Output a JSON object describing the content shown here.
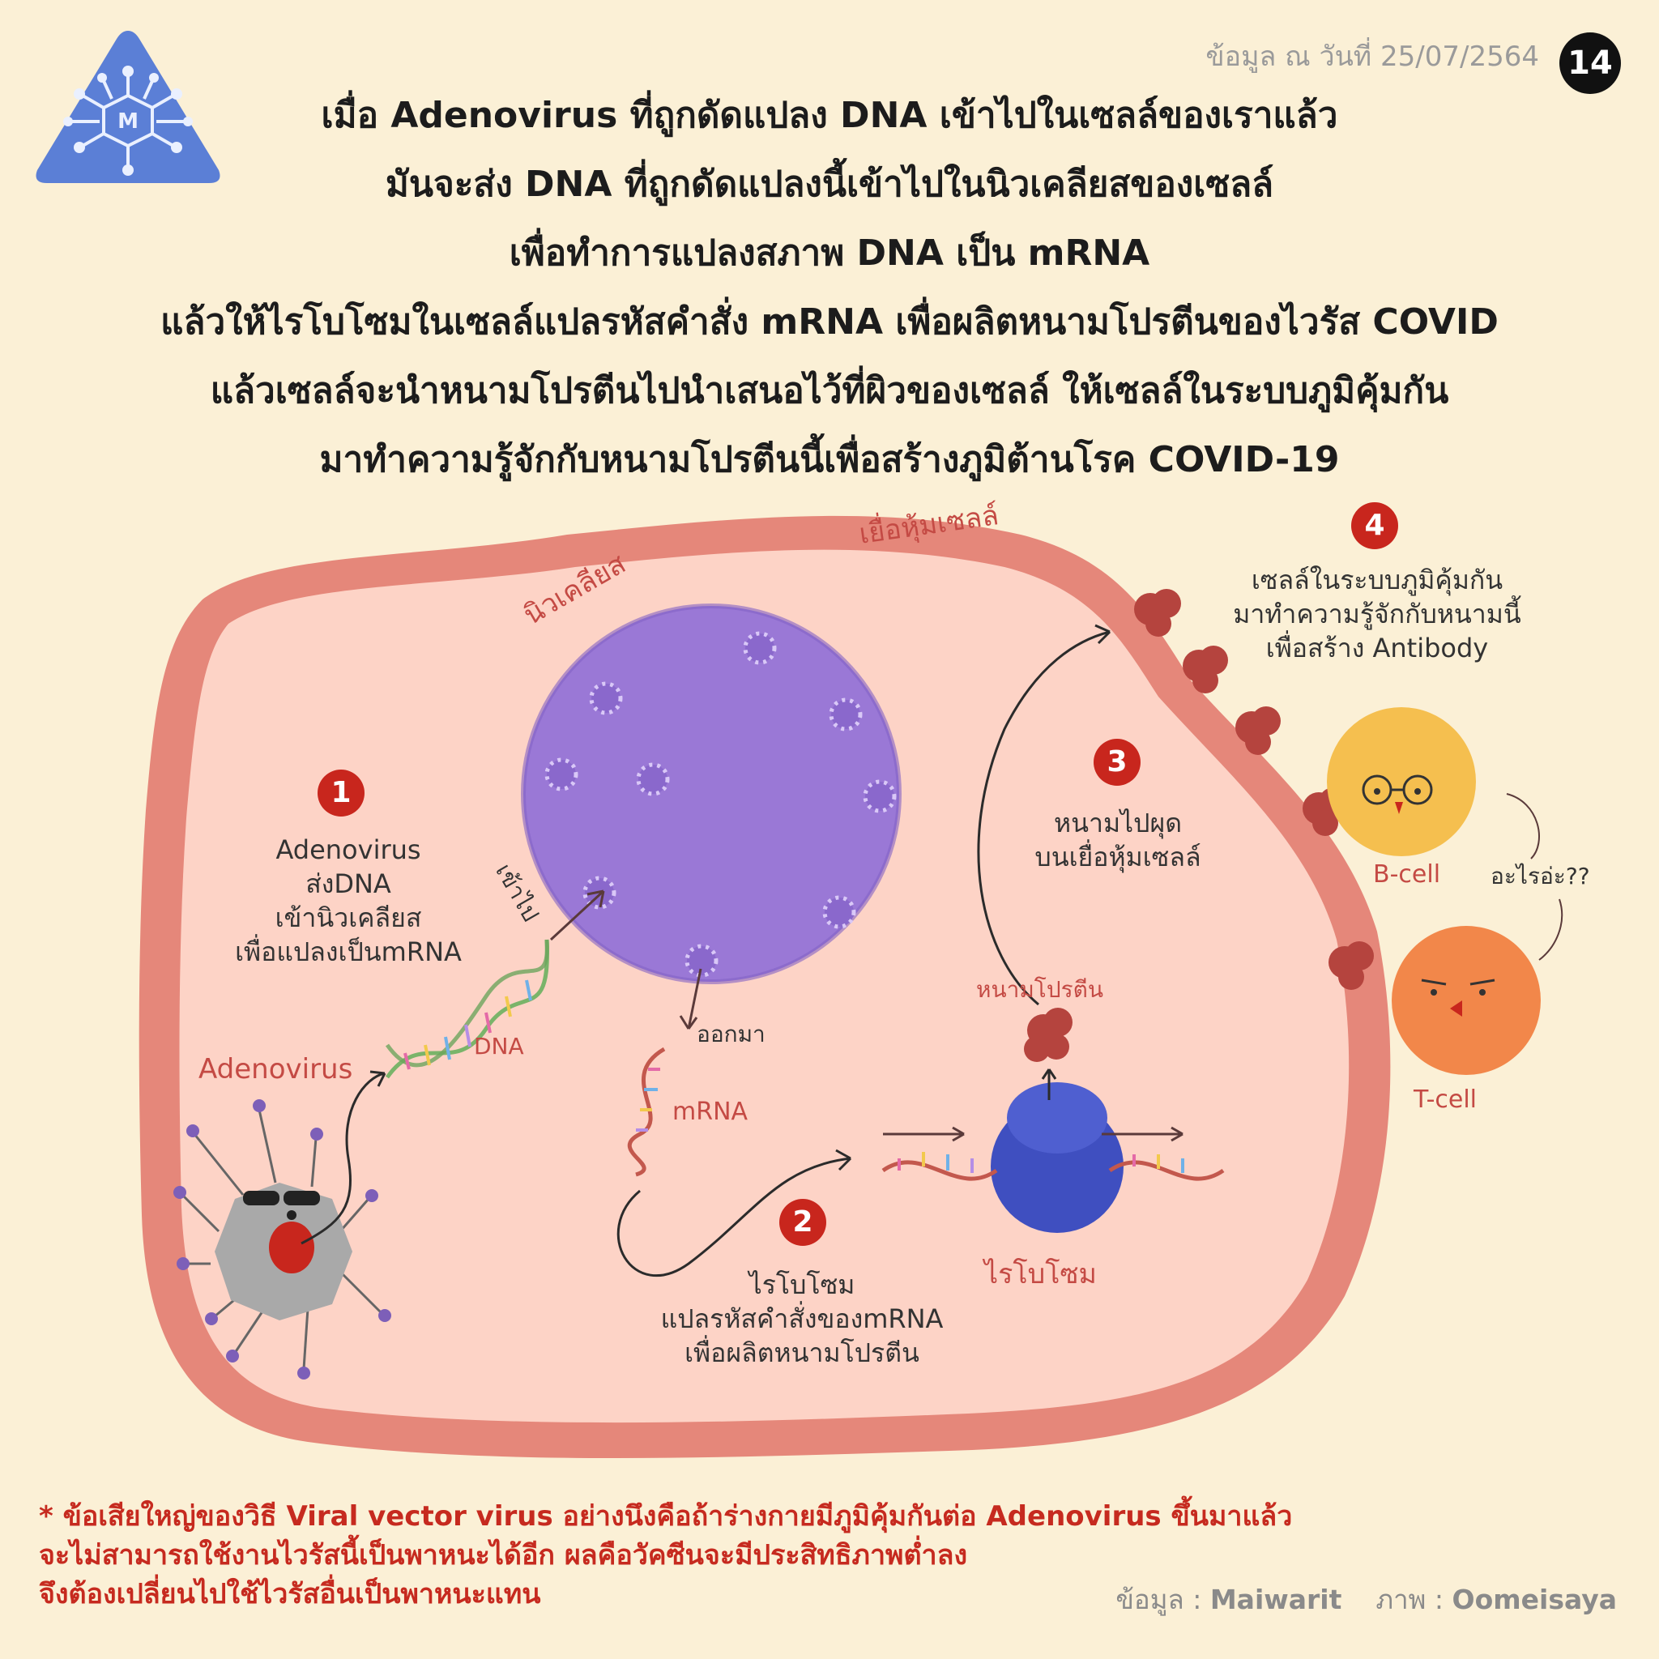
{
  "header": {
    "date_text": "ข้อมูล ณ วันที่ 25/07/2564",
    "page_number": "14",
    "logo_icon": "virus-m-triangle-logo"
  },
  "intro_lines": [
    "เมื่อ Adenovirus ที่ถูกดัดแปลง DNA เข้าไปในเซลล์ของเราแล้ว",
    "มันจะส่ง DNA ที่ถูกดัดแปลงนี้เข้าไปในนิวเคลียสของเซลล์",
    "เพื่อทำการแปลงสภาพ DNA เป็น mRNA",
    "แล้วให้ไรโบโซมในเซลล์แปลรหัสคำสั่ง mRNA เพื่อผลิตหนามโปรตีนของไวรัส COVID",
    "แล้วเซลล์จะนำหนามโปรตีนไปนำเสนอไว้ที่ผิวของเซลล์ ให้เซลล์ในระบบภูมิคุ้มกัน",
    "มาทำความรู้จักกับหนามโปรตีนนี้เพื่อสร้างภูมิต้านโรค COVID-19"
  ],
  "diagram": {
    "membrane_label": "เยื่อหุ้มเซลล์",
    "nucleus_label": "นิวเคลียส",
    "enter_label": "เข้าไป",
    "exit_label": "ออกมา",
    "dna_label": "DNA",
    "adenovirus_label": "Adenovirus",
    "mrna_label": "mRNA",
    "ribosome_label": "ไรโบโซม",
    "spike_label": "หนามโปรตีน",
    "bcell_label": "B-cell",
    "tcell_label": "T-cell",
    "question_label": "อะไรอ่ะ??",
    "steps": [
      {
        "number": "1",
        "lines": [
          "Adenovirus",
          "ส่งDNA",
          "เข้านิวเคลียส",
          "เพื่อแปลงเป็นmRNA"
        ]
      },
      {
        "number": "2",
        "lines": [
          "ไรโบโซม",
          "แปลรหัสคำสั่งของmRNA",
          "เพื่อผลิตหนามโปรตีน"
        ]
      },
      {
        "number": "3",
        "lines": [
          "หนามไปผุด",
          "บนเยื่อหุ้มเซลล์"
        ]
      },
      {
        "number": "4",
        "lines": [
          "เซลล์ในระบบภูมิคุ้มกัน",
          "มาทำความรู้จักกับหนามนี้",
          "เพื่อสร้าง Antibody"
        ]
      }
    ],
    "colors": {
      "membrane": "#e5877a",
      "cytoplasm": "#fdd3c6",
      "nucleus": "#9a78d6",
      "ribosome": "#3f4fc0",
      "spike": "#b5443e",
      "bcell": "#f5bf4f",
      "tcell": "#f2874a",
      "virus": "#a9a9a9"
    }
  },
  "footnote_lines": [
    "* ข้อเสียใหญ่ของวิธี Viral vector virus อย่างนึงคือถ้าร่างกายมีภูมิคุ้มกันต่อ Adenovirus ขึ้นมาแล้ว",
    "   จะไม่สามารถใช้งานไวรัสนี้เป็นพาหนะได้อีก ผลคือวัคซีนจะมีประสิทธิภาพต่ำลง",
    "   จึงต้องเปลี่ยนไปใช้ไวรัสอื่นเป็นพาหนะแทน"
  ],
  "credits": {
    "data_label": "ข้อมูล :",
    "data_source": "Maiwarit",
    "image_label": "ภาพ :",
    "image_source": "Oomeisaya"
  }
}
